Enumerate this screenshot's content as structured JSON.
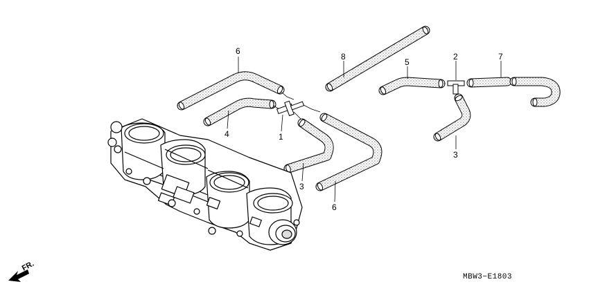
{
  "callouts": {
    "c1": "1",
    "c2": "2",
    "c3a": "3",
    "c3b": "3",
    "c4": "4",
    "c5": "5",
    "c6a": "6",
    "c6b": "6",
    "c7": "7",
    "c8": "8"
  },
  "direction_label": "FR.",
  "drawing_code": "MBW3−E1803",
  "colors": {
    "hose_fill": "#dddddd",
    "line": "#000000"
  }
}
